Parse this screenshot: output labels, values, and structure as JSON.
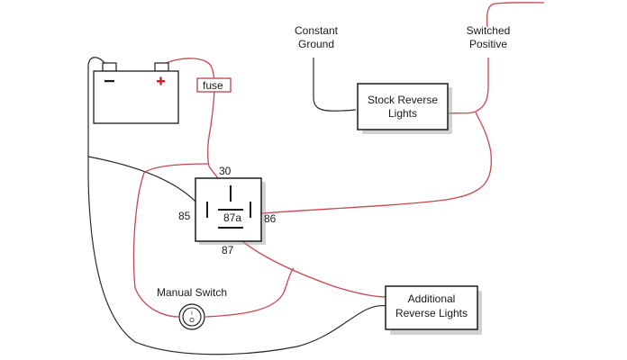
{
  "diagram": {
    "title": "Reverse lights relay wiring",
    "battery": {
      "negative_symbol": "−",
      "positive_symbol": "+"
    },
    "fuse": {
      "label": "fuse"
    },
    "relay": {
      "pins": {
        "p30": "30",
        "p85": "85",
        "p86": "86",
        "p87": "87",
        "p87a": "87a"
      }
    },
    "labels": {
      "constant_ground_line1": "Constant",
      "constant_ground_line2": "Ground",
      "switched_positive_line1": "Switched",
      "switched_positive_line2": "Positive",
      "manual_switch": "Manual Switch"
    },
    "boxes": {
      "stock_reverse_line1": "Stock Reverse",
      "stock_reverse_line2": "Lights",
      "additional_reverse_line1": "Additional",
      "additional_reverse_line2": "Reverse Lights"
    },
    "switch": {
      "on_symbol": "I",
      "off_symbol": "O"
    },
    "colors": {
      "positive_wire": "#c8474f",
      "ground_wire": "#2a2a2a",
      "positive_terminal": "#e01a1a"
    }
  }
}
